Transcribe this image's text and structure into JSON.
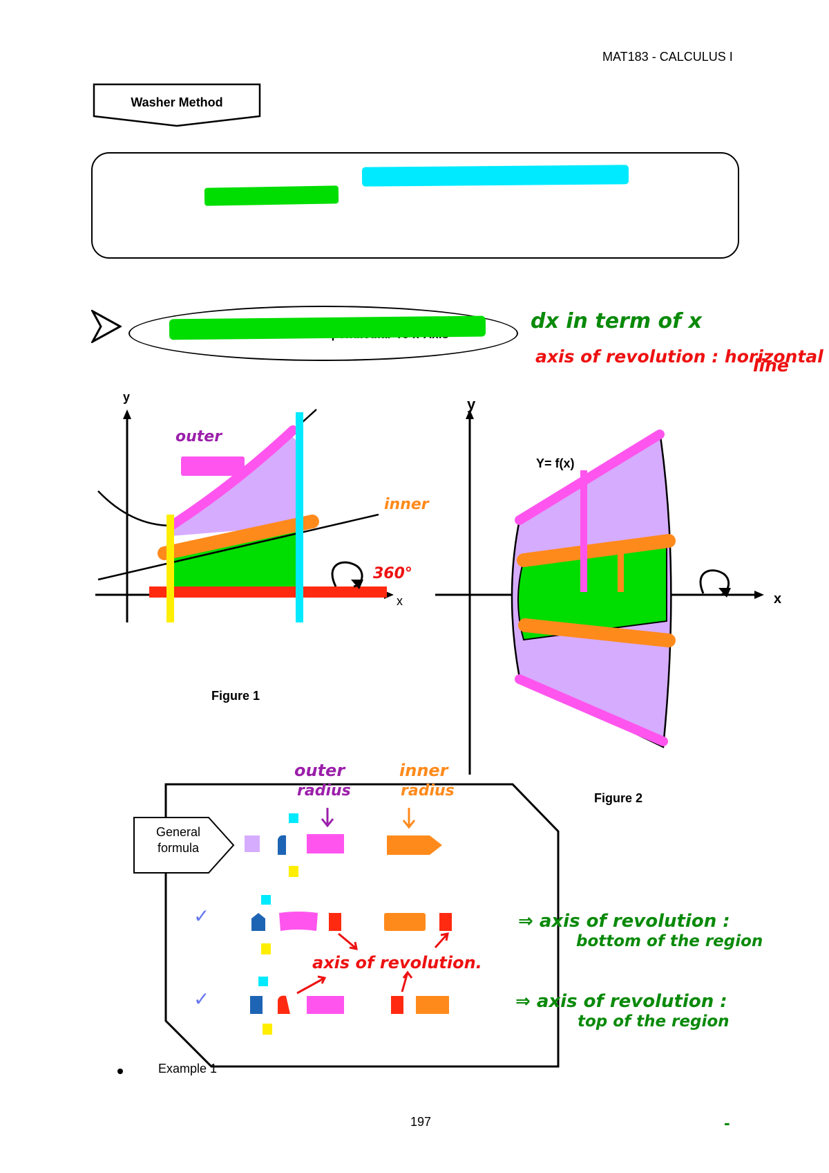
{
  "header": {
    "course": "MAT183 - CALCULUS I"
  },
  "banner": {
    "title": "Washer Method"
  },
  "case": {
    "title": "Case 1 : Cross Section Perpendicular To x-Axis"
  },
  "notes": {
    "dx": "dx in term of  x",
    "axis_line1": "axis of revolution : horizontal",
    "axis_line2": "line"
  },
  "figure1": {
    "caption": "Figure 1",
    "y_label": "y",
    "x_label": "x",
    "outer": "outer",
    "inner": "inner",
    "rotation": "360°"
  },
  "figure2": {
    "caption": "Figure 2",
    "y_label": "y",
    "x_label": "x",
    "function_label": "Y= f(x)"
  },
  "formula_box": {
    "general_line1": "General",
    "general_line2": "formula",
    "outer_radius_1": "outer",
    "outer_radius_2": "radius",
    "inner_radius_1": "inner",
    "inner_radius_2": "radius",
    "axis_middle": "axis of revolution.",
    "bottom_1": "⇒ axis of revolution :",
    "bottom_2": "bottom of the region",
    "top_1": "⇒ axis of revolution :",
    "top_2": "top of the region"
  },
  "footer": {
    "example": "Example 1",
    "page_number": "197",
    "dash": "-"
  },
  "colors": {
    "green": "#00dd00",
    "cyan": "#00eaff",
    "magenta": "#ff55ee",
    "orange": "#ff8a1c",
    "lavender": "#d6acff",
    "red": "#ff2a10",
    "yellow": "#ffee00",
    "hand_green": "#0a8a0a",
    "hand_red": "#ee1111",
    "hand_purple": "#9b1faa"
  }
}
